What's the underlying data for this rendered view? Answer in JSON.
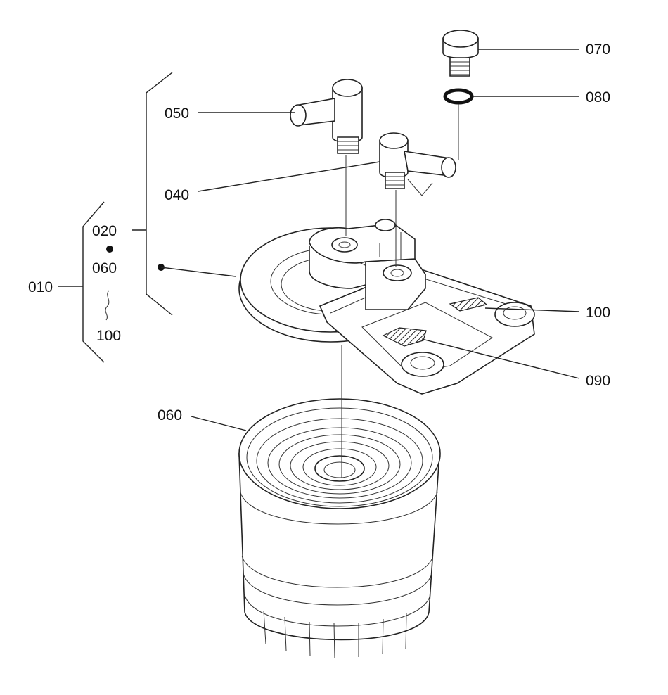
{
  "labels": {
    "l010": "010",
    "l020": "020",
    "l060_group": "060",
    "l100_group": "100",
    "l040": "040",
    "l050": "050",
    "l060": "060",
    "l070": "070",
    "l080": "080",
    "l090": "090",
    "l100": "100"
  }
}
